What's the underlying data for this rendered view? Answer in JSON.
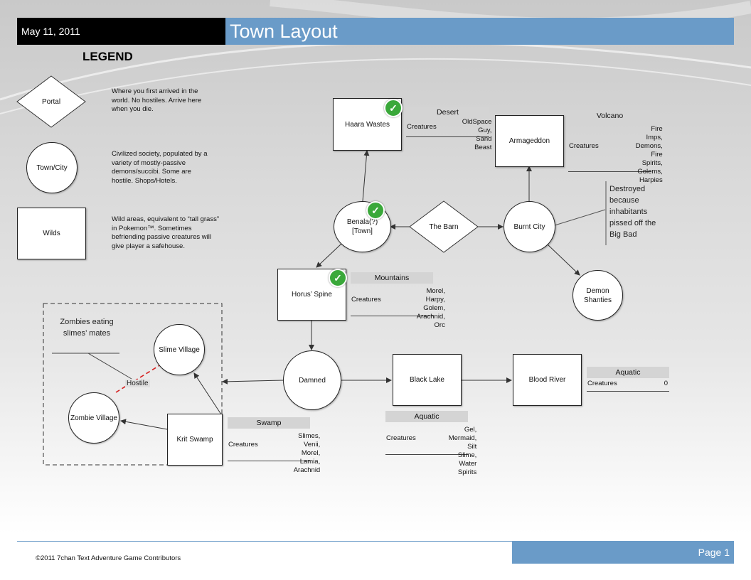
{
  "header": {
    "date": "May 11, 2011",
    "title": "Town Layout"
  },
  "legend": {
    "title": "LEGEND",
    "items": [
      {
        "shape": "Portal",
        "desc": "Where you first arrived in the world.  No hostiles.  Arrive here when you die."
      },
      {
        "shape": "Town/City",
        "desc": "Civilized society, populated by a variety of mostly-passive demons/succibi.  Some are hostile.  Shops/Hotels."
      },
      {
        "shape": "Wilds",
        "desc": "Wild areas, equivalent to “tall grass” in Pokemon™.  Sometimes befriending passive creatures will give player a safehouse."
      }
    ]
  },
  "nodes": {
    "haara": "Haara Wastes",
    "armageddon": "Armageddon",
    "benala_line1": "Benala(?)",
    "benala_line2": "[Town]",
    "barn": "The Barn",
    "burnt": "Burnt City",
    "demon_line1": "Demon",
    "demon_line2": "Shanties",
    "horus": "Horus’ Spine",
    "damned": "Damned",
    "black_lake": "Black Lake",
    "blood_river": "Blood River",
    "slime": "Slime Village",
    "zombie": "Zombie Village",
    "krit": "Krit Swamp"
  },
  "info": {
    "desert": {
      "title": "Desert",
      "key": "Creatures",
      "value": "OldSpace Guy, Sand Beast"
    },
    "volcano": {
      "title": "Volcano",
      "key": "Creatures",
      "value": "Fire Imps, Demons, Fire Spirits, Golems, Harpies"
    },
    "mountains": {
      "title": "Mountains",
      "key": "Creatures",
      "value": "Morel, Harpy, Golem, Arachnid, Orc"
    },
    "aquatic_right": {
      "title": "Aquatic",
      "key": "Creatures",
      "value": "0"
    },
    "aquatic_lake": {
      "title": "Aquatic",
      "key": "Creatures",
      "value": "Gel, Mermaid, Silt Slime, Water Spirits"
    },
    "swamp": {
      "title": "Swamp",
      "key": "Creatures",
      "value": "Slimes, Venii, Morel, Lamia, Arachnid"
    }
  },
  "notes": {
    "burnt_note": "Destroyed because inhabitants pissed off the Big Bad",
    "zombie_note": "Zombies eating slimes’ mates",
    "hostile_label": "Hostile"
  },
  "footer": {
    "copyright": "©2011 7chan Text Adventure Game Contributors",
    "page": "Page 1"
  },
  "colors": {
    "accent": "#6a9bc8",
    "check": "#3aa83a",
    "hostile_line": "#d62020"
  }
}
